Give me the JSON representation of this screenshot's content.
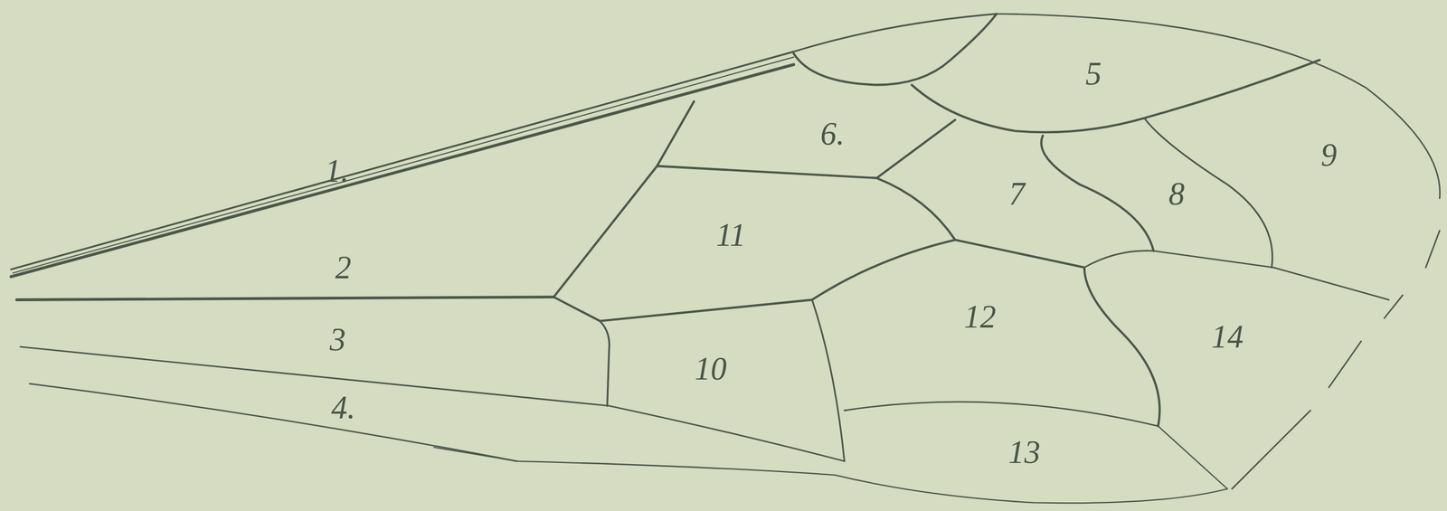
{
  "diagram": {
    "labels": [
      "1.",
      "2",
      "3",
      "4.",
      "5",
      "6.",
      "7",
      "8",
      "9",
      "10",
      "11",
      "12",
      "13",
      "14"
    ]
  }
}
